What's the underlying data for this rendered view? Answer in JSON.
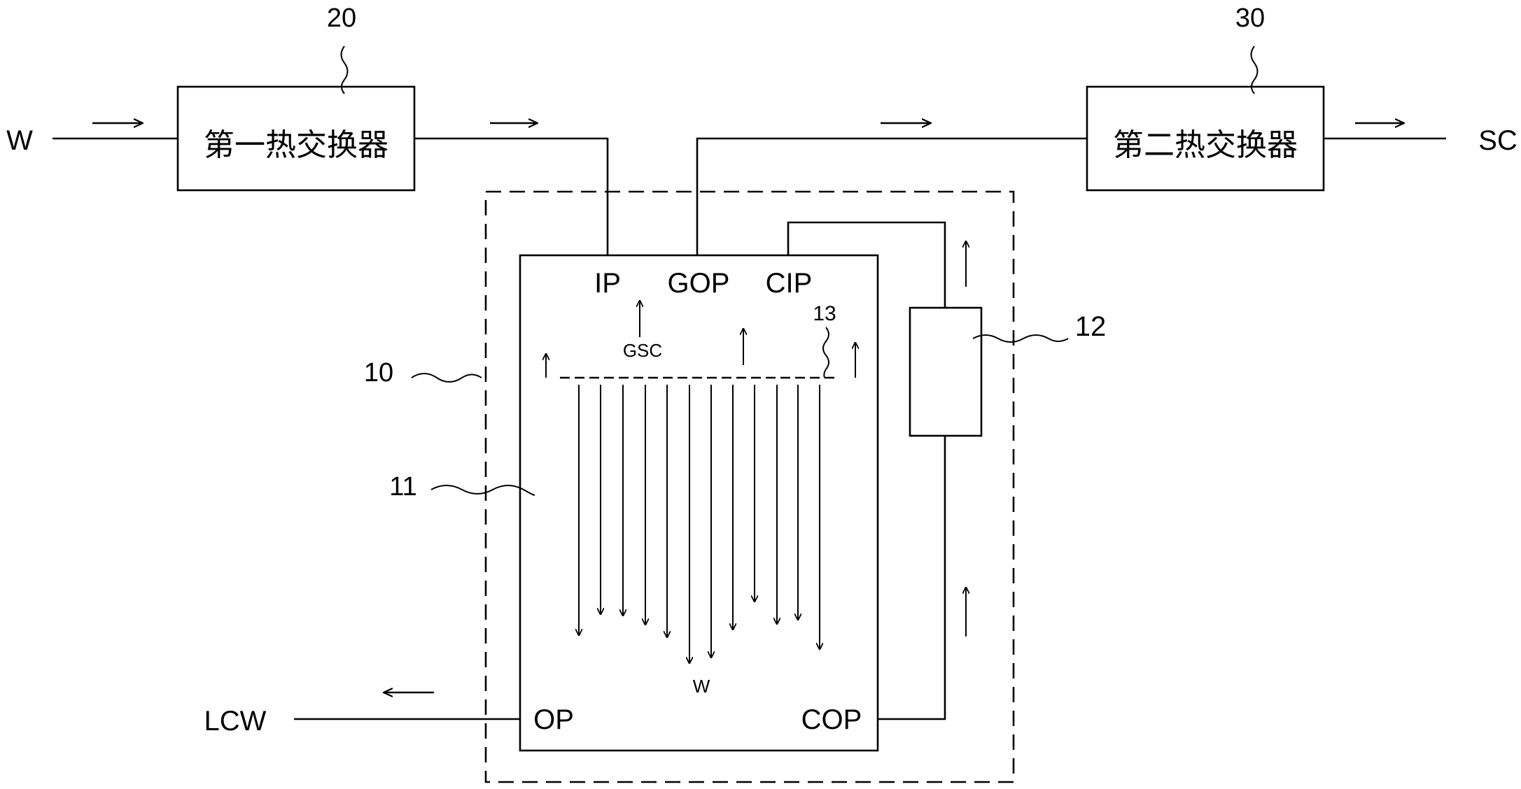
{
  "colors": {
    "line": "#000000",
    "background": "#ffffff"
  },
  "inputs": {
    "water_in": "W",
    "steam_out": "SC",
    "cooled_out": "LCW"
  },
  "heat_exchangers": {
    "first": {
      "label": "第一热交换器",
      "ref": "20"
    },
    "second": {
      "label": "第二热交换器",
      "ref": "30"
    }
  },
  "system": {
    "ref": "10"
  },
  "chamber": {
    "ref": "11",
    "ports": {
      "inlet": "IP",
      "gas_outlet": "GOP",
      "circ_inlet": "CIP",
      "outlet": "OP",
      "circ_outlet": "COP"
    },
    "gas_label": "GSC",
    "water_label": "W",
    "sprayer_ref": "13"
  },
  "pump": {
    "ref": "12"
  }
}
